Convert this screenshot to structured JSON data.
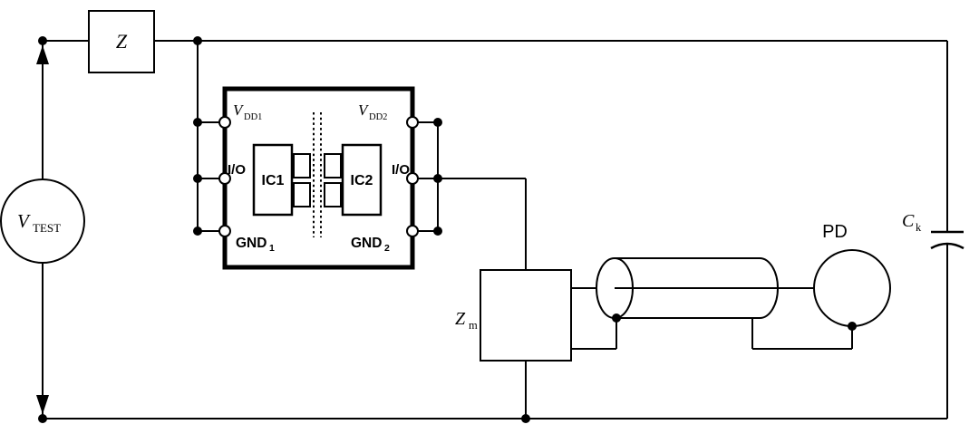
{
  "diagram": {
    "source": {
      "main": "V",
      "sub": "TEST"
    },
    "series_impedance": {
      "label": "Z"
    },
    "dut": {
      "vdd1": {
        "main": "V",
        "sub": "DD1"
      },
      "vdd2": {
        "main": "V",
        "sub": "DD2"
      },
      "io_left": "I/O",
      "io_right": "I/O",
      "ic1": "IC1",
      "ic2": "IC2",
      "gnd1": {
        "main": "GND",
        "sub": "1"
      },
      "gnd2": {
        "main": "GND",
        "sub": "2"
      }
    },
    "measuring_impedance": {
      "main": "Z",
      "sub": "m"
    },
    "detector": {
      "label": "PD"
    },
    "coupling_capacitor": {
      "main": "C",
      "sub": "k"
    }
  },
  "colors": {
    "line": "#000000",
    "background": "#ffffff"
  }
}
